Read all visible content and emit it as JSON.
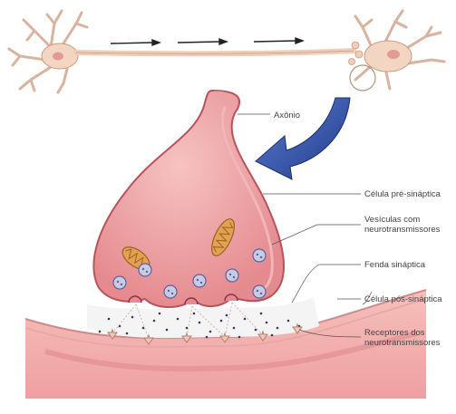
{
  "labels": {
    "axon": "Axônio",
    "presynaptic": "Célula pré-sináptica",
    "vesicles_line1": "Vesículas com",
    "vesicles_line2": "neurotransmissores",
    "cleft": "Fenda sináptica",
    "postsynaptic": "Célula pós-sináptica",
    "receptors_line1": "Receptores dos",
    "receptors_line2": "neurotransmissores"
  },
  "colors": {
    "neuron_fill": "#f3d6c2",
    "neuron_stroke": "#c99a82",
    "terminal_fill": "#ec9a9e",
    "terminal_stroke": "#b8535b",
    "vesicle": "#8a93c8",
    "mitochondria": "#e3a251",
    "arrow": "#2b4da3",
    "cleft": "#f4f4f4",
    "postsynaptic_fill": "#f2b0ae"
  },
  "icons": {
    "signal_arrows": "right-arrow-icon",
    "zoom_arrow": "curved-arrow-icon"
  }
}
